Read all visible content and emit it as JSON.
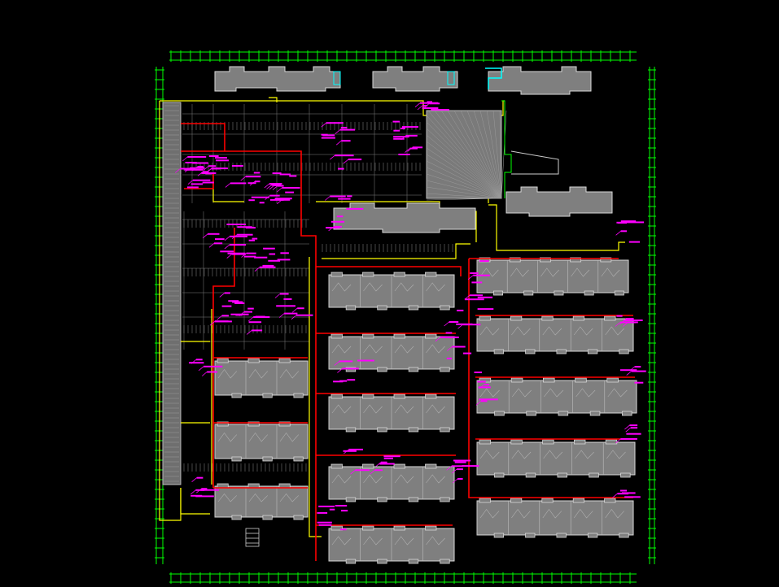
{
  "drawing": {
    "background": "#000000",
    "colors": {
      "building_fill": "#7f7f7f",
      "building_stroke": "#d8d8d8",
      "boundary": "#ffff00",
      "fire_main": "#ff0000",
      "annotation": "#ff00ff",
      "dimension": "#00ff00",
      "structure": "#cfcfcf",
      "cyan_detail": "#00ffff"
    },
    "layers": [
      {
        "name": "dimension-frame",
        "color": "#00ff00"
      },
      {
        "name": "building-blocks",
        "color": "#7f7f7f"
      },
      {
        "name": "basement-boundary",
        "color": "#ffff00"
      },
      {
        "name": "fire-pipe-main",
        "color": "#ff0000"
      },
      {
        "name": "annotations",
        "color": "#ff00ff"
      },
      {
        "name": "grid-lines",
        "color": "#cfcfcf"
      }
    ]
  }
}
